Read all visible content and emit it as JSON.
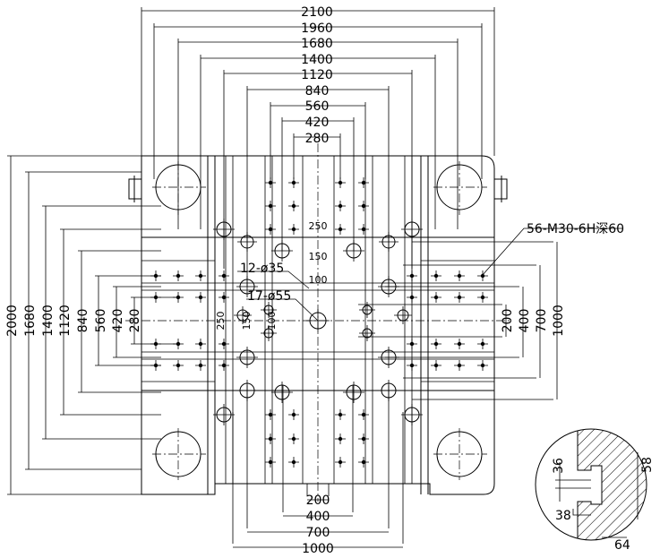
{
  "drawing": {
    "top_dims": [
      "2100",
      "1960",
      "1680",
      "1400",
      "1120",
      "840",
      "560",
      "420",
      "280"
    ],
    "bottom_dims": [
      "200",
      "400",
      "700",
      "1000"
    ],
    "left_dims": [
      "2000",
      "1680",
      "1400",
      "1120",
      "840",
      "560",
      "420",
      "280"
    ],
    "right_dims": [
      "200",
      "400",
      "700",
      "1000"
    ],
    "inner_labels": {
      "dim_250_top": "250",
      "dim_150_top": "150",
      "dim_100": "100",
      "dim_250_left": "250",
      "dim_150_left": "150",
      "dim_100_left": "100"
    },
    "callouts": {
      "tapped_holes": "56-M30-6H深60",
      "holes_35": "12-ø35",
      "holes_55": "17-ø55"
    },
    "detail": {
      "dim_36": "36",
      "dim_38": "38",
      "dim_58": "58",
      "dim_64": "64"
    }
  }
}
